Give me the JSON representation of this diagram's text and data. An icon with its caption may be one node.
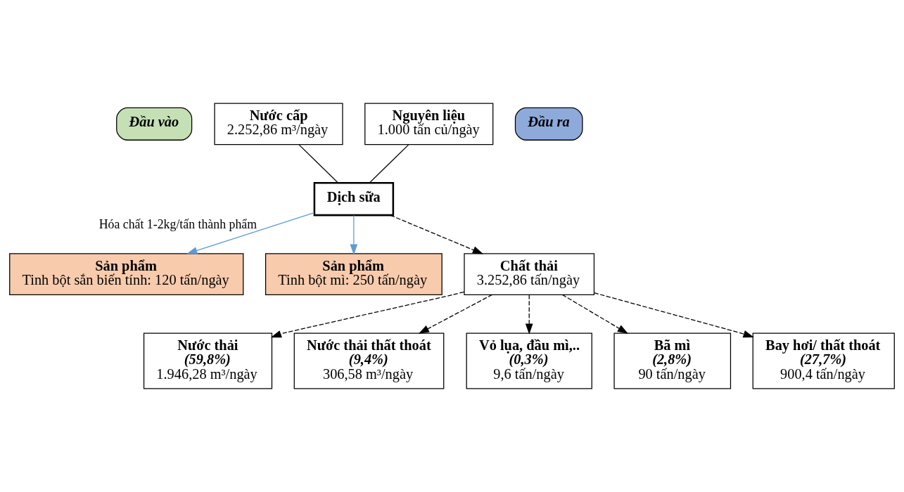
{
  "diagram": {
    "nodes": [
      {
        "text": [
          "Đầu vào"
        ]
      },
      {
        "text": [
          "Nước cấp",
          "2.252,86 m³/ngày"
        ]
      },
      {
        "text": [
          "Nguyên liệu",
          "1.000 tấn củ/ngày"
        ]
      },
      {
        "text": [
          "Đầu ra"
        ]
      },
      {
        "text": [
          "Dịch sữa"
        ]
      },
      {
        "text": [
          "Sản phẩm",
          "Tinh bột sắn biến tính: 120 tấn/ngày"
        ]
      },
      {
        "text": [
          "Sản phẩm",
          "Tinh bột mì: 250 tấn/ngày"
        ]
      },
      {
        "text": [
          "Chất thải",
          "3.252,86 tấn/ngày"
        ]
      },
      {
        "text": [
          "Nước thải",
          "(59,8%)",
          "1.946,28 m³/ngày"
        ]
      },
      {
        "text": [
          "Nước thải thất thoát",
          "(9,4%)",
          "306,58 m³/ngày"
        ]
      },
      {
        "text": [
          "Vỏ lụa, đầu mì,..",
          "(0,3%)",
          "9,6 tấn/ngày"
        ]
      },
      {
        "text": [
          "Bã mì",
          "(2,8%)",
          "90 tấn/ngày"
        ]
      },
      {
        "text": [
          "Bay hơi/ thất thoát",
          "(27,7%)",
          "900,4 tấn/ngày"
        ]
      }
    ],
    "edges": [
      {
        "from": 1,
        "to": 4,
        "arrow": "none"
      },
      {
        "from": 2,
        "to": 4,
        "arrow": "none"
      },
      {
        "from": 4,
        "to": 5,
        "arrow": "to",
        "color": "#5b9bd5",
        "label": "Hóa chất 1-2kg/tấn thành phẩm"
      },
      {
        "from": 4,
        "to": 6,
        "arrow": "to",
        "color": "#5b9bd5"
      },
      {
        "from": 4,
        "to": 7,
        "arrow": "to",
        "style": "dashed"
      },
      {
        "from": 7,
        "to": 8,
        "arrow": "to",
        "style": "dashed"
      },
      {
        "from": 7,
        "to": 9,
        "arrow": "to",
        "style": "dashed"
      },
      {
        "from": 7,
        "to": 10,
        "arrow": "to",
        "style": "dashed"
      },
      {
        "from": 7,
        "to": 11,
        "arrow": "to",
        "style": "dashed"
      },
      {
        "from": 7,
        "to": 12,
        "arrow": "to",
        "style": "dashed"
      }
    ]
  }
}
